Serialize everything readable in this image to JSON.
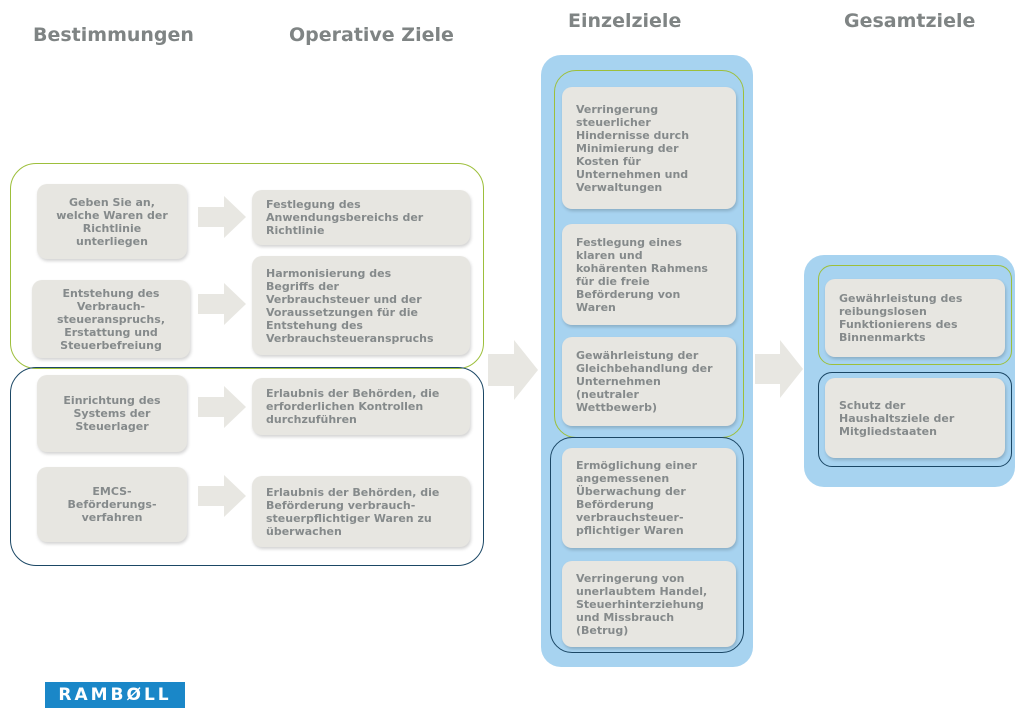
{
  "headers": {
    "bestimmungen": "Bestimmungen",
    "operative_ziele": "Operative Ziele",
    "einzelziele": "Einzelziele",
    "gesamtziele": "Gesamtziele"
  },
  "bestimmungen": [
    "Geben Sie an,\nwelche Waren der\nRichtlinie\nunterliegen",
    "Entstehung des\nVerbrauch-\nsteueranspruchs,\nErstattung und\nSteuerbefreiung",
    "Einrichtung des\nSystems der\nSteuerlager",
    "EMCS-\nBeförderungs-\nverfahren"
  ],
  "operative_ziele": [
    "Festlegung des\nAnwendungsbereichs der\nRichtlinie",
    "Harmonisierung des\nBegriffs der\nVerbrauchsteuer und der\nVoraussetzungen für die\nEntstehung des\nVerbrauchsteueranspruchs",
    "Erlaubnis der Behörden, die\nerforderlichen Kontrollen\ndurchzuführen",
    "Erlaubnis der Behörden, die\nBeförderung verbrauch-\nsteuerpflichtiger Waren zu\nüberwachen"
  ],
  "einzelziele": [
    "Verringerung\nsteuerlicher\nHindernisse durch\nMinimierung der\nKosten für\nUnternehmen und\nVerwaltungen",
    "Festlegung eines\nklaren und\nkohärenten Rahmens\nfür die freie\nBeförderung von\nWaren",
    "Gewährleistung der\nGleichbehandlung der\nUnternehmen\n(neutraler\nWettbewerb)",
    "Ermöglichung einer\nangemessenen\nÜberwachung der\nBeförderung\nverbrauchsteuer-\npflichtiger Waren",
    "Verringerung von\nunerlaubtem Handel,\nSteuerhinterziehung\nund Missbrauch\n(Betrug)"
  ],
  "gesamtziele": [
    "Gewährleistung des\nreibungslosen\nFunktionierens des\nBinnenmarkts",
    "Schutz der\nHaushaltsziele der\nMitgliedstaaten"
  ],
  "logo": "RAMBØLL",
  "colors": {
    "box_fill": "#e7e6e1",
    "box_text": "#858a8b",
    "header_text": "#7f8484",
    "green_group": "#9dbf3b",
    "navy_group": "#1b4765",
    "blue_panel": "#a7d3f0",
    "arrow": "#e8e7e2",
    "logo_bg": "#1a87c8"
  }
}
